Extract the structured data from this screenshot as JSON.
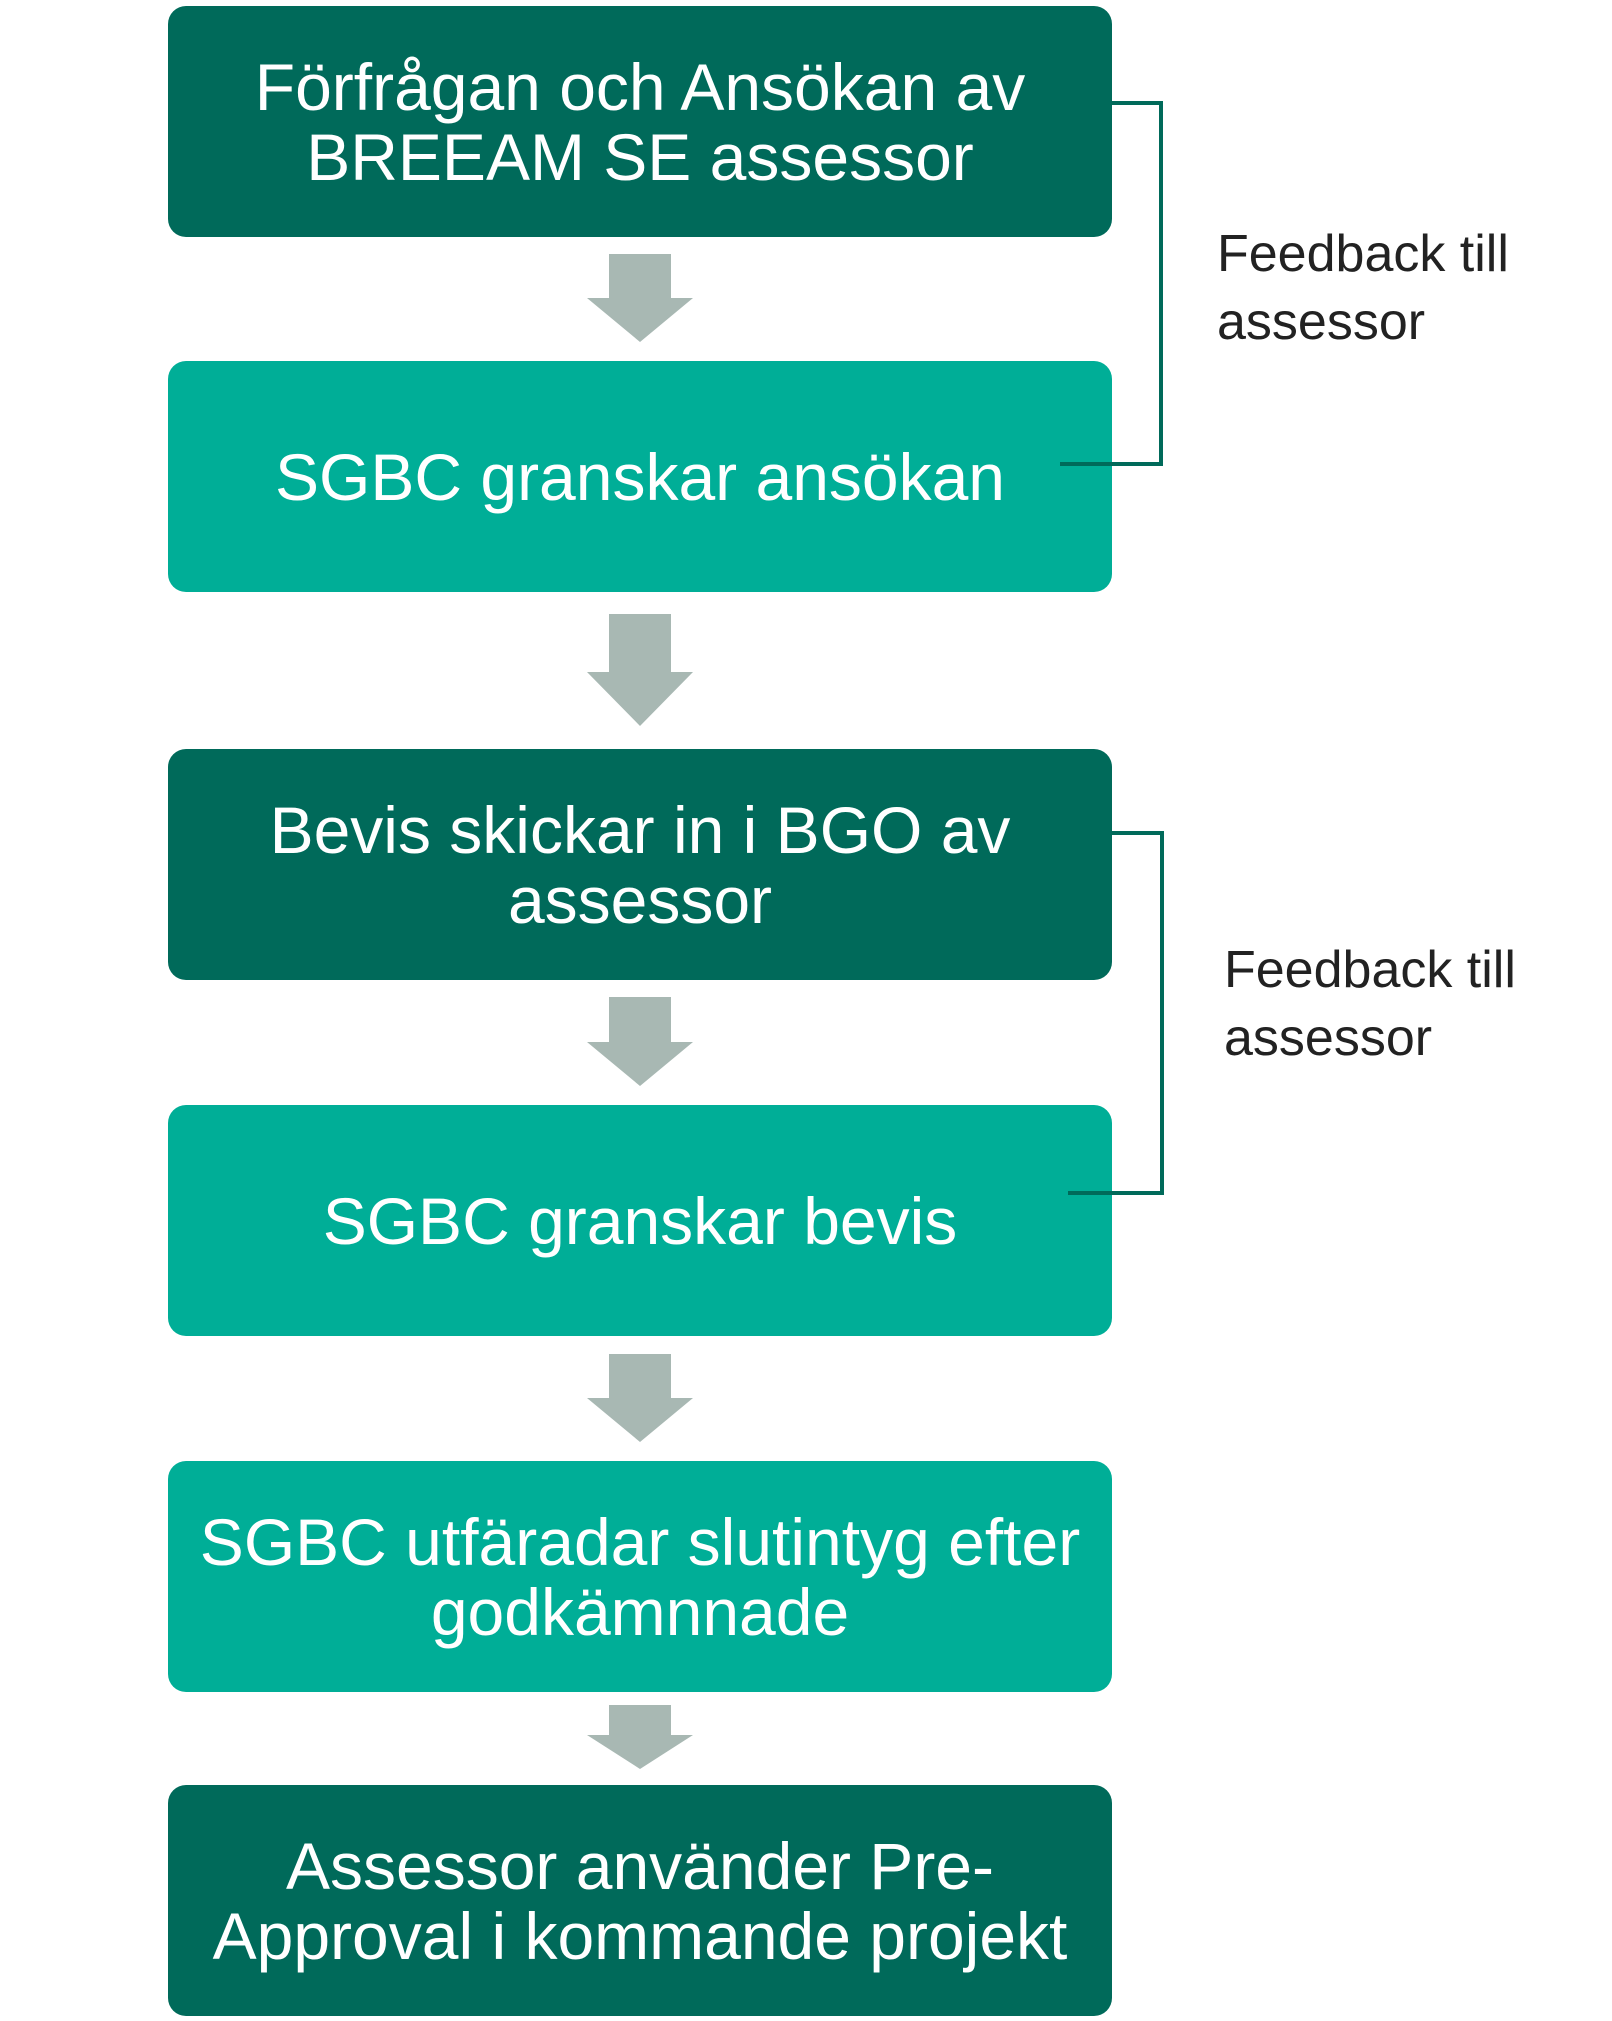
{
  "steps": [
    {
      "label": "Förfrågan och Ansökan av BREEAM SE assessor",
      "style": "dark"
    },
    {
      "label": "SGBC granskar ansökan",
      "style": "light"
    },
    {
      "label": "Bevis skickar in i BGO av assessor",
      "style": "dark"
    },
    {
      "label": "SGBC granskar bevis",
      "style": "light"
    },
    {
      "label": "SGBC utfäradar slutintyg efter godkämnnade",
      "style": "light"
    },
    {
      "label": "Assessor använder Pre-Approval i kommande projekt",
      "style": "dark"
    }
  ],
  "feedback": [
    {
      "line1": "Feedback till",
      "line2": "assessor"
    },
    {
      "line1": "Feedback till",
      "line2": "assessor"
    }
  ],
  "colors": {
    "dark": "#006A5A",
    "light": "#00AE97",
    "arrow": "#A8B8B3",
    "bracket": "#006A5A"
  }
}
